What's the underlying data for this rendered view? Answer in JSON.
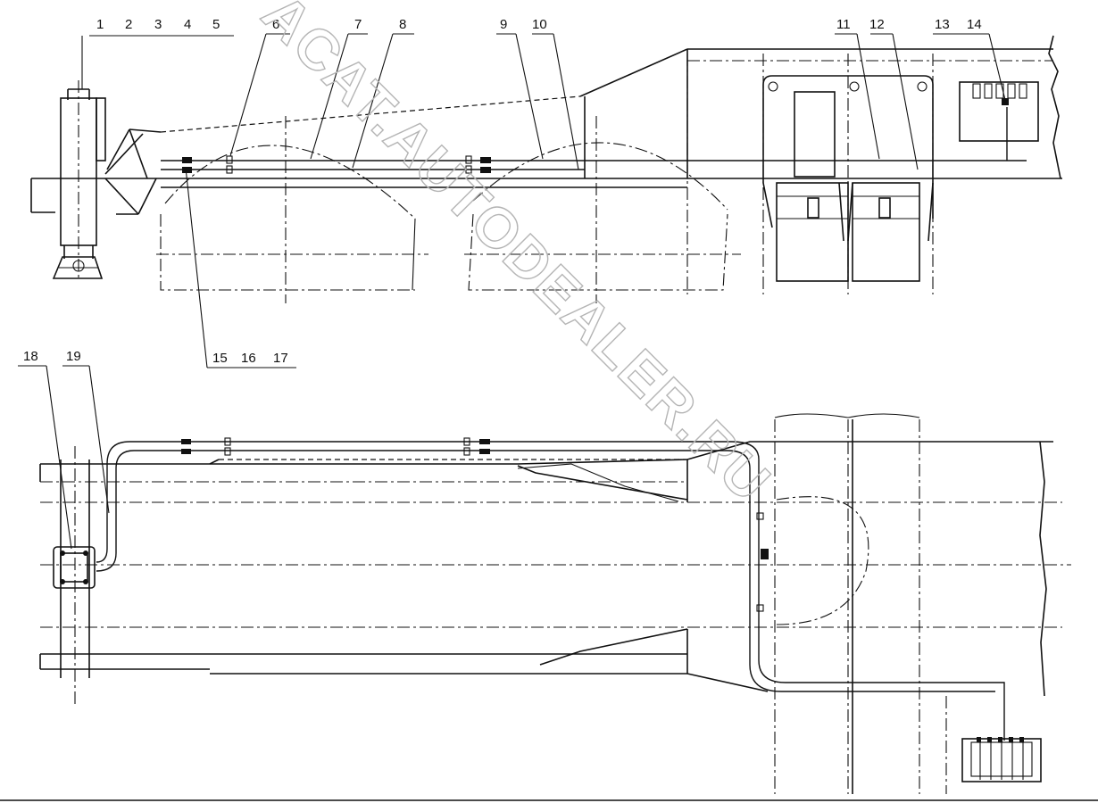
{
  "watermark": "ACAT.AUTODEALER.RU",
  "callouts_top": [
    "1",
    "2",
    "3",
    "4",
    "5",
    "6",
    "7",
    "8",
    "9",
    "10",
    "11",
    "12",
    "13",
    "14"
  ],
  "callouts_bottom_mid": [
    "15",
    "16",
    "17"
  ],
  "callouts_left": [
    "18",
    "19"
  ]
}
